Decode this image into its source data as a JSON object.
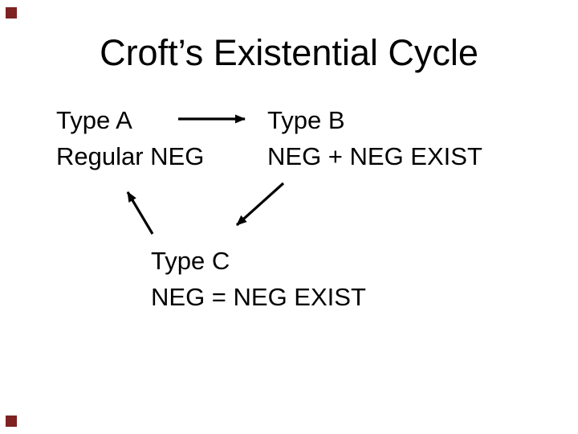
{
  "slide": {
    "title": "Croft’s Existential Cycle",
    "background_color": "#ffffff",
    "text_color": "#000000",
    "arrow_color": "#000000",
    "corner_marker_color": "#7e2222"
  },
  "diagram": {
    "type": "cycle",
    "nodes": [
      {
        "id": "A",
        "label": "Type A",
        "sublabel": "Regular NEG"
      },
      {
        "id": "B",
        "label": "Type B",
        "sublabel": "NEG + NEG EXIST"
      },
      {
        "id": "C",
        "label": "Type C",
        "sublabel": "NEG = NEG EXIST"
      }
    ],
    "arrows": [
      {
        "from": "Type A",
        "to": "Type B",
        "direction": "right"
      },
      {
        "from": "Type B",
        "to": "Type C",
        "direction": "down-left"
      },
      {
        "from": "Type C",
        "to": "Type A",
        "direction": "up-left"
      }
    ]
  }
}
